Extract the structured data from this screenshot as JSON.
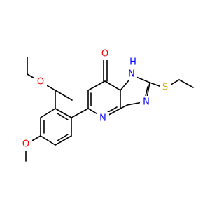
{
  "molecule": {
    "colors": {
      "bond": "#000000",
      "oxygen": "#ff0000",
      "nitrogen": "#0000ff",
      "sulfur": "#ccaa00"
    },
    "atoms": {
      "carbonyl_oxygen": "O",
      "n1": "N",
      "n1_hydrogen": "H",
      "n_triazole": "N",
      "n_pyrimidine": "N",
      "sulfur": "S",
      "methoxy_oxygen_upper": "O",
      "methoxy_oxygen_lower": "O"
    }
  }
}
